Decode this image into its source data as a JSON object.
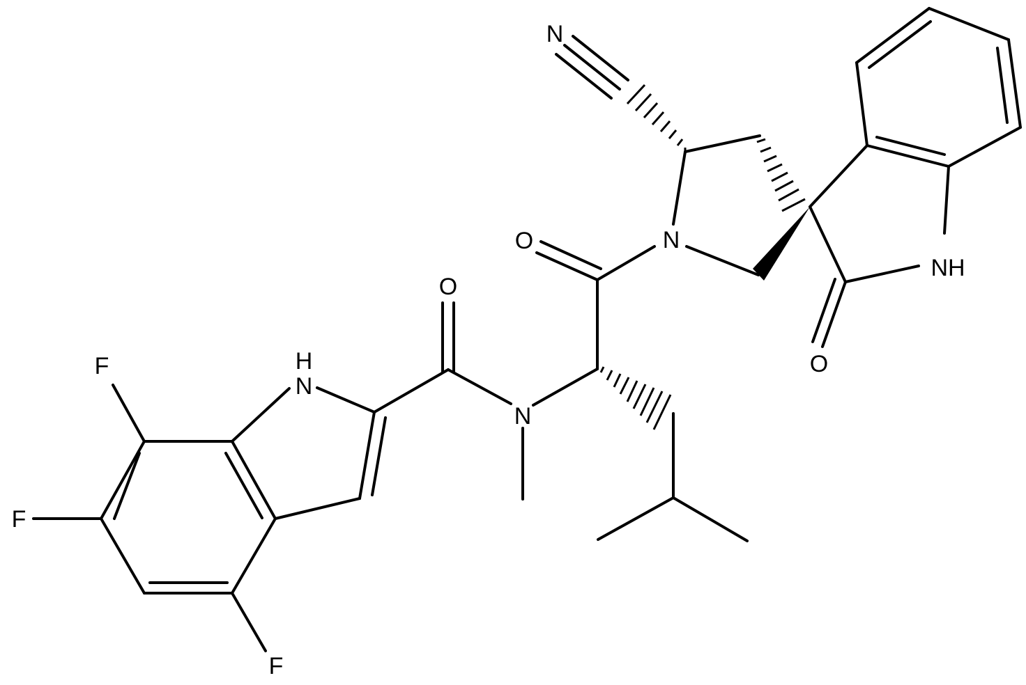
{
  "atoms": {
    "nitrile_n": "N",
    "pyrrolidine_n": "N",
    "amide1_o": "O",
    "lactam_nh": "NH",
    "lactam_o": "O",
    "amide2_o": "O",
    "amide_n": "N",
    "indole_nh": "H",
    "indole_n": "N",
    "f7": "F",
    "f6": "F",
    "f4": "F"
  }
}
